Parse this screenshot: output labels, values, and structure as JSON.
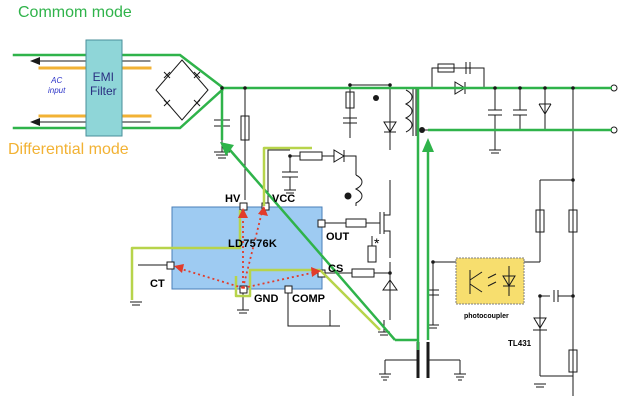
{
  "legend": {
    "common_mode": "Commom mode",
    "differential_mode": "Differential mode",
    "common_mode_color": "#2fb34a",
    "differential_mode_color": "#f2b234"
  },
  "input": {
    "ac_line1": "AC",
    "ac_line2": "input",
    "emi_line1": "EMI",
    "emi_line2": "Filter"
  },
  "controller": {
    "name": "LD7576K",
    "pins": {
      "hv": "HV",
      "vcc": "VCC",
      "out": "OUT",
      "ct": "CT",
      "cs": "CS",
      "gnd": "GND",
      "comp": "COMP"
    }
  },
  "feedback": {
    "photocoupler": "photocoupler",
    "tl431": "TL431"
  },
  "marks": {
    "star": "*"
  },
  "colors": {
    "wire": "#1a1a1a",
    "chip_fill": "#9ecbf2",
    "chip_border": "#4a7fb8",
    "emi_fill": "#8fd6d8",
    "photocoupler_fill": "#f7de6e",
    "noise_path": "#e23b2a",
    "pin_text": "#1f2a8a"
  }
}
